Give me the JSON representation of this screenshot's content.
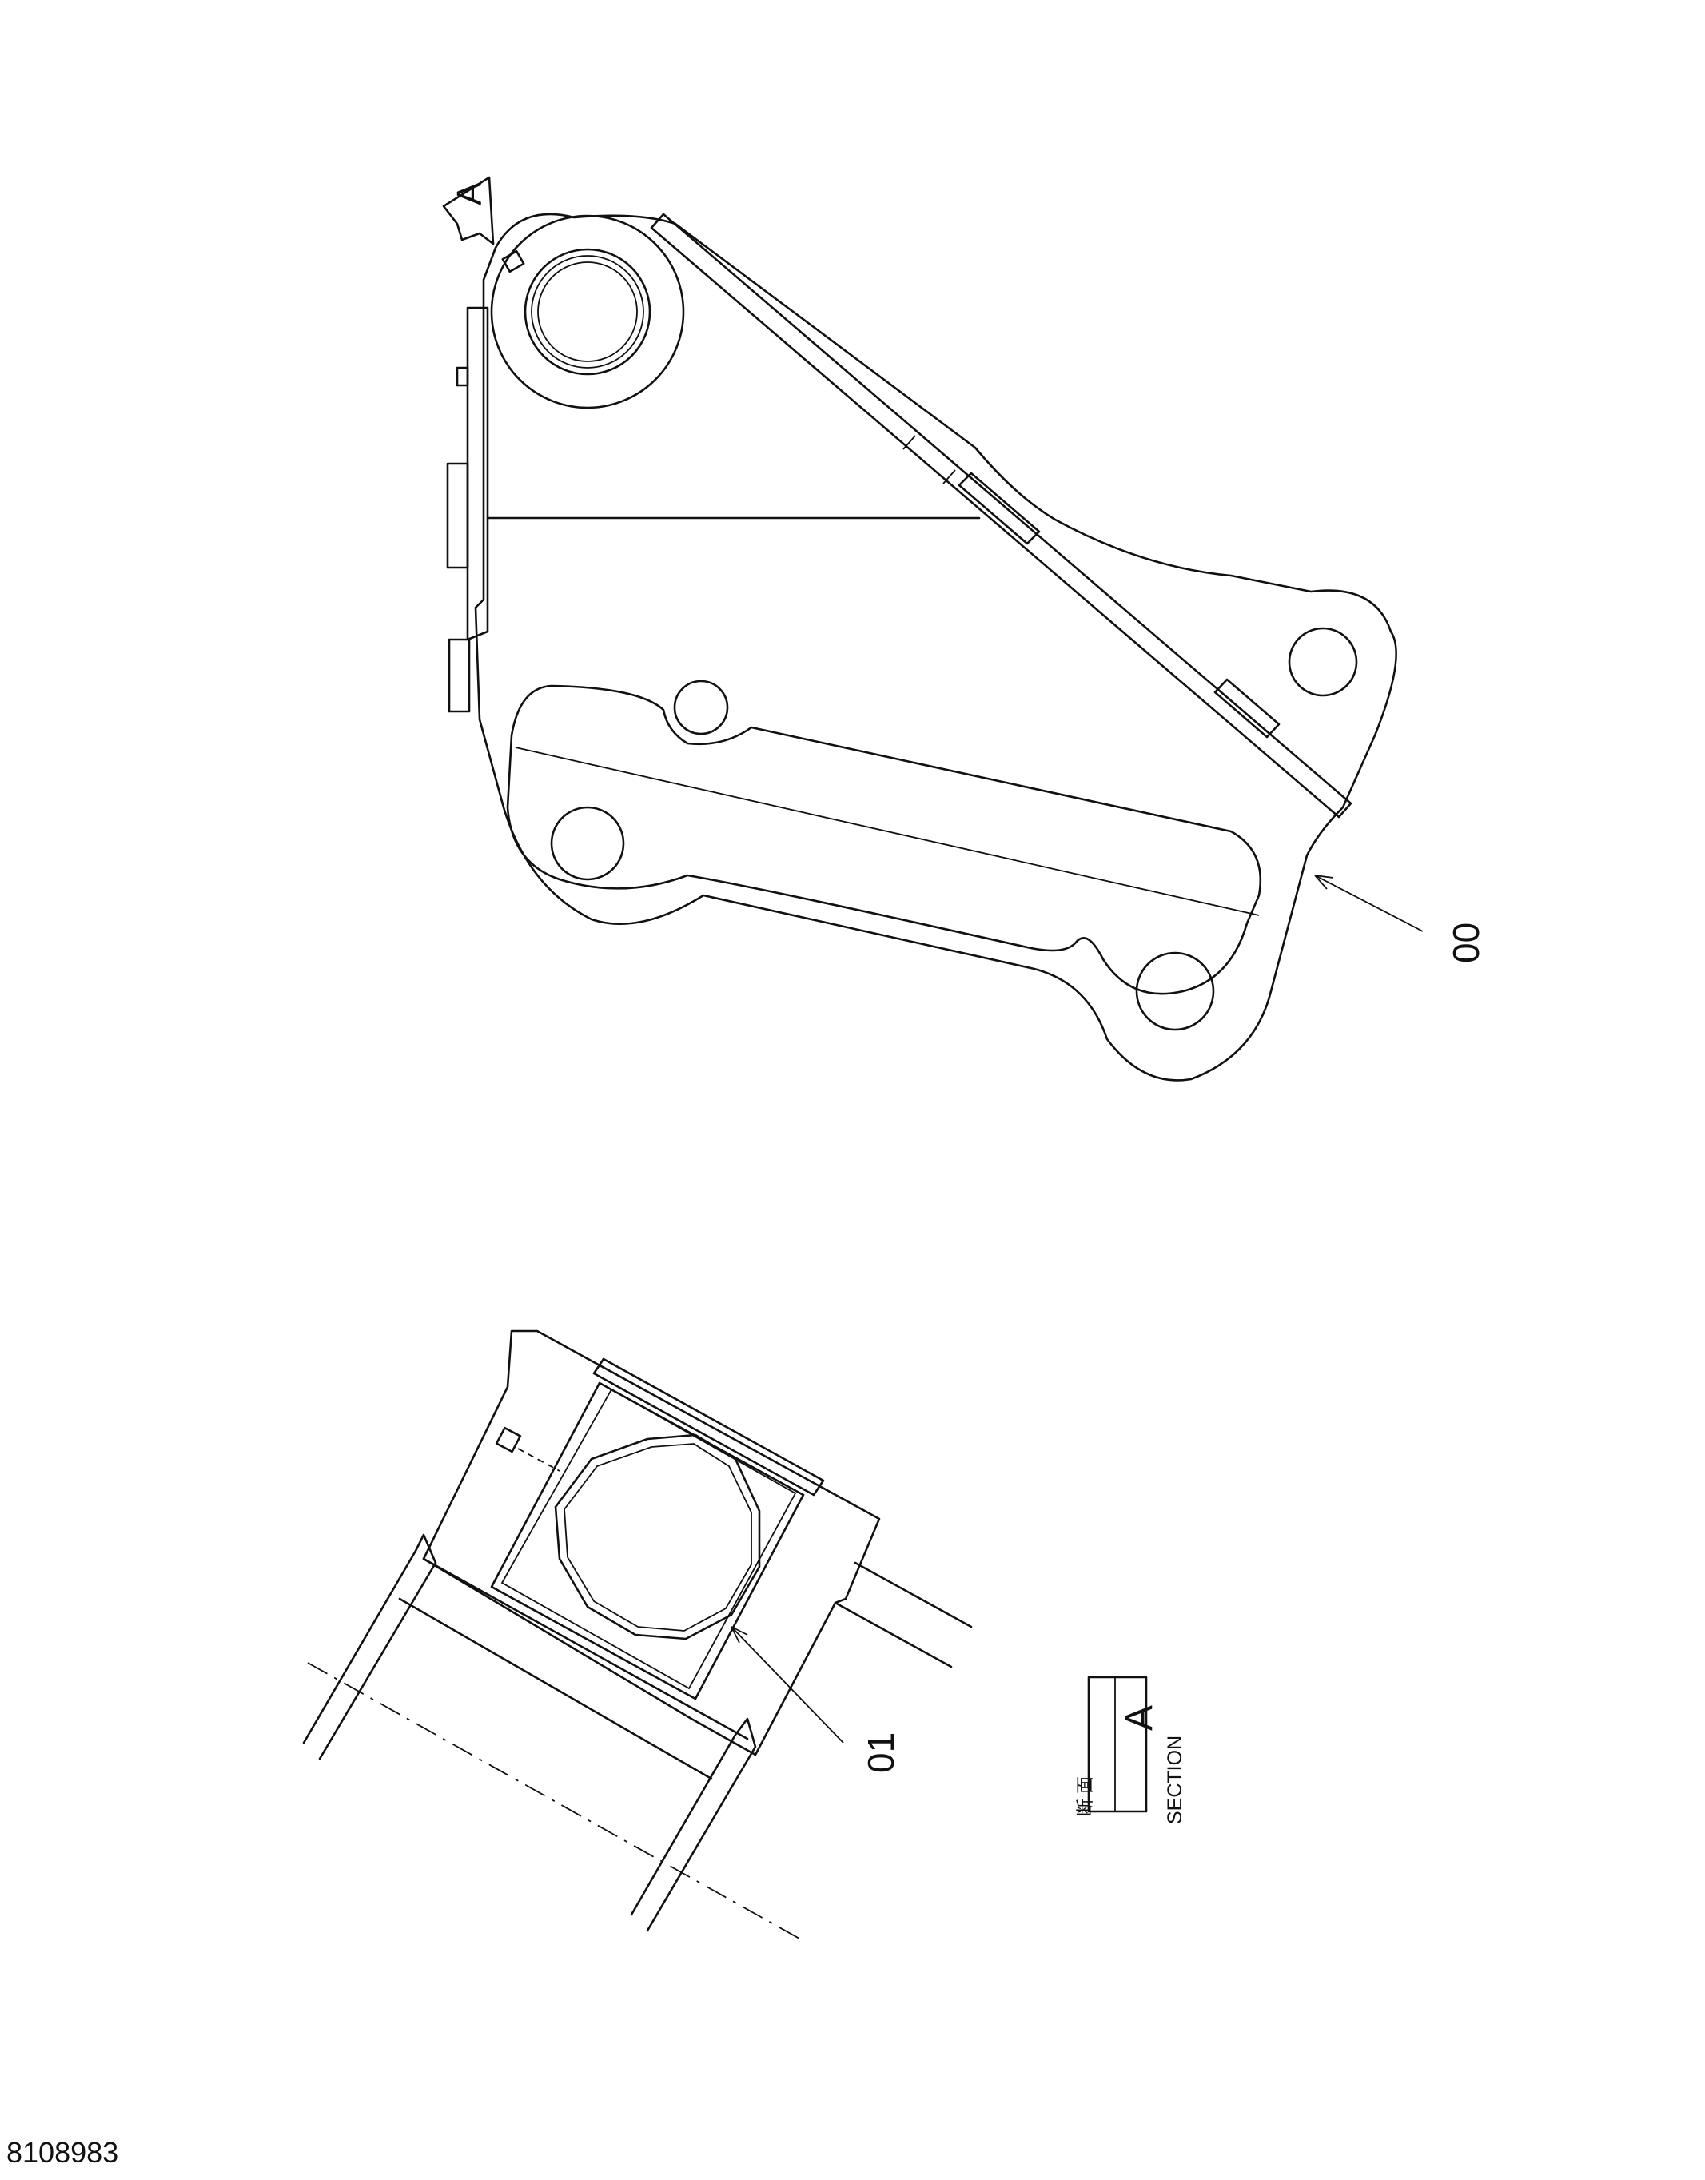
{
  "drawing": {
    "view_marker": "A",
    "parts": {
      "main": "00",
      "bushing": "01"
    },
    "section_box": {
      "jp": "断 面",
      "en": "SECTION",
      "letter": "A"
    },
    "drawing_number": "8108983"
  }
}
